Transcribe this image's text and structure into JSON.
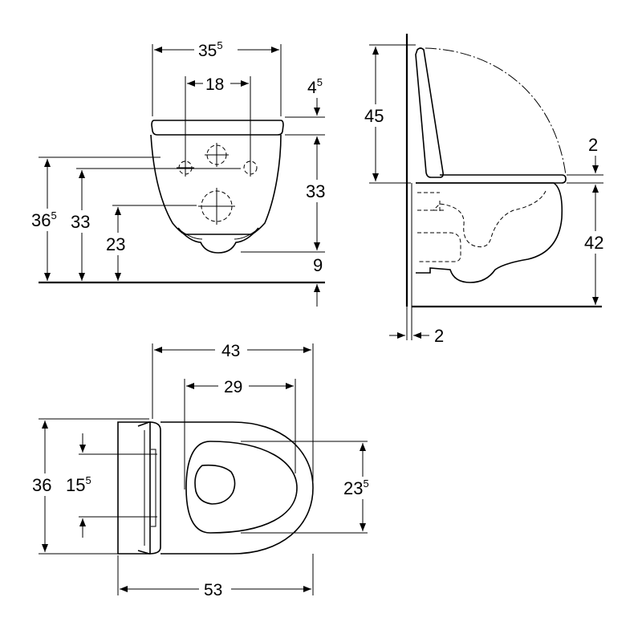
{
  "front_view": {
    "width_total": {
      "main": "35",
      "sup": "5"
    },
    "hole_spacing": "18",
    "seat_thickness": {
      "main": "4",
      "sup": "5"
    },
    "height_total": {
      "main": "36",
      "sup": "5"
    },
    "height_upper_holes": "33",
    "height_lower_hole": "23",
    "bowl_height": "33",
    "bottom_gap": "9"
  },
  "side_view": {
    "lid_height": "45",
    "seat_gap": "2",
    "rim_height": "42",
    "wall_gap": "2"
  },
  "top_view": {
    "width_outer": "43",
    "width_inner": "29",
    "depth_total": "36",
    "fixing_spacing": {
      "main": "15",
      "sup": "5"
    },
    "opening_width": {
      "main": "23",
      "sup": "5"
    },
    "length_total": "53"
  }
}
